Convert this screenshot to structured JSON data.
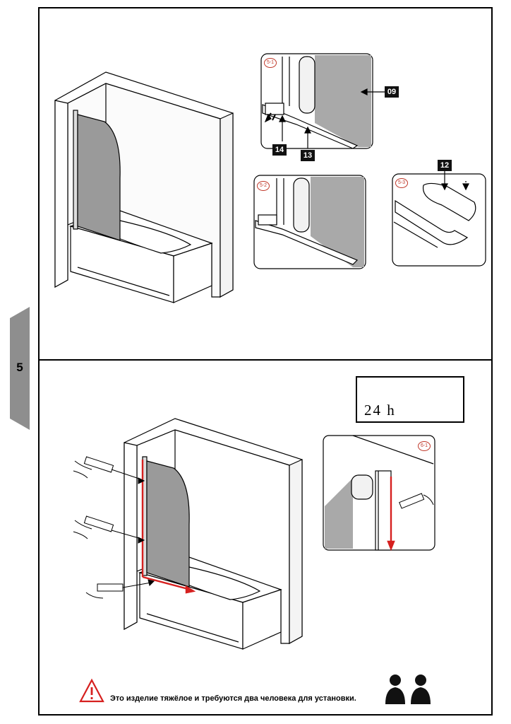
{
  "page": {
    "number": "5"
  },
  "step5": {
    "detail_tags": [
      "5-1",
      "5-2",
      "5-3"
    ],
    "callouts": {
      "c09": "09",
      "c14": "14",
      "c13": "13",
      "c12": "12"
    }
  },
  "step6": {
    "detail_tag": "6-1",
    "cure_time": "24 h",
    "sealant_color": "#d6201f"
  },
  "warning": {
    "text": "Это изделие тяжёлое и требуются два человека для установки.",
    "icon": "warning-triangle-icon",
    "accent": "#d6201f"
  }
}
